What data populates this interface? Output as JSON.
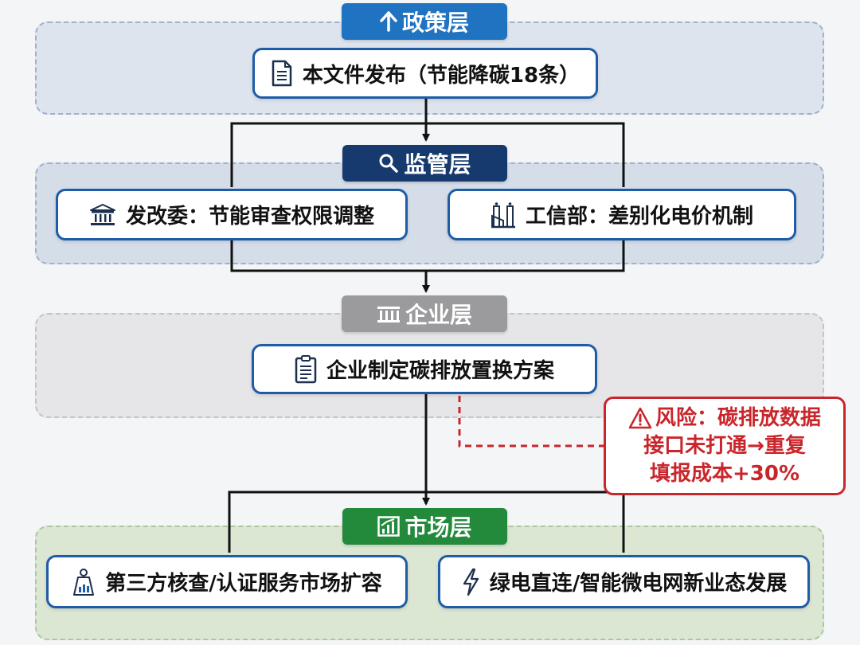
{
  "layers": {
    "policy": {
      "tag": "政策层",
      "boxes": {
        "document": "本文件发布（节能降碳18条）"
      }
    },
    "regulation": {
      "tag": "监管层",
      "boxes": {
        "ndrc": "发改委：节能审查权限调整",
        "miit": "工信部：差别化电价机制"
      }
    },
    "enterprise": {
      "tag": "企业层",
      "boxes": {
        "plan": "企业制定碳排放置换方案"
      }
    },
    "market": {
      "tag": "市场层",
      "boxes": {
        "third_party": "第三方核查/认证服务市场扩容",
        "green_power": "绿电直连/智能微电网新业态发展"
      }
    }
  },
  "risk": {
    "lines": [
      "风险：碳排放数据",
      "接口未打通→重复",
      "填报成本+30%"
    ]
  },
  "colors": {
    "policy_tag": "#1f73c0",
    "regulation_tag": "#163a6e",
    "enterprise_tag": "#9b9b9e",
    "market_tag": "#238a3c",
    "box_border": "#1e5ca8",
    "risk": "#c9262c"
  },
  "icons": {
    "policy": "arrow-up-icon",
    "regulation": "magnifier-icon",
    "enterprise": "factory-icon",
    "market": "bar-chart-icon",
    "document": "document-icon",
    "ndrc": "government-building-icon",
    "miit": "factory-plant-icon",
    "plan": "clipboard-icon",
    "third_party": "inspection-badge-icon",
    "green_power": "lightning-icon",
    "risk": "warning-icon"
  }
}
